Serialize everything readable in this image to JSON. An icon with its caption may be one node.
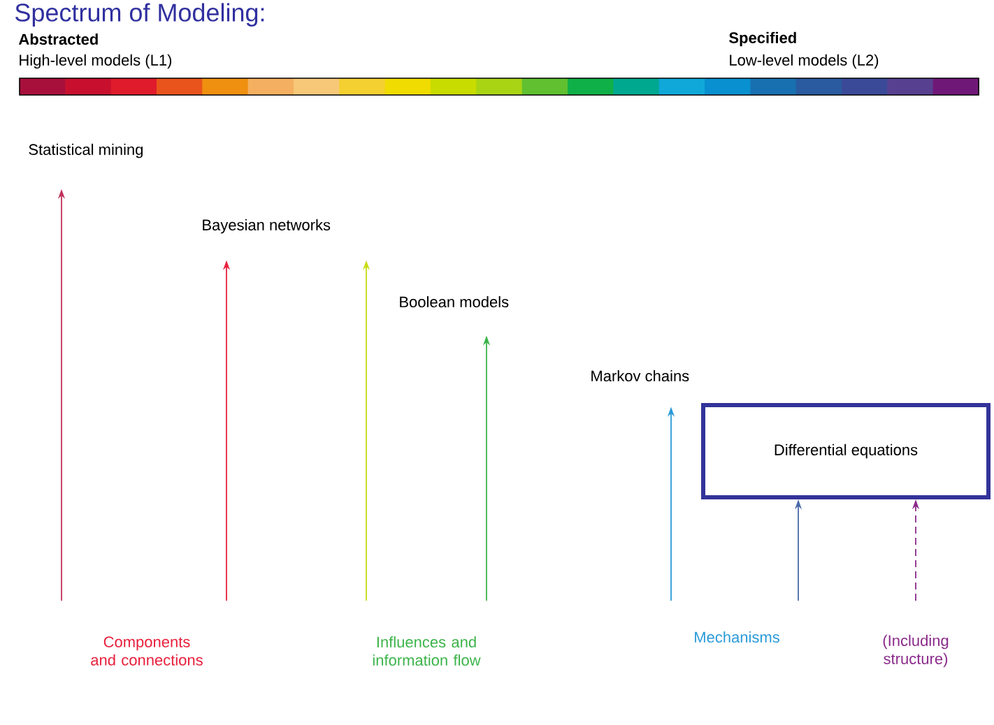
{
  "diagram": {
    "title": "Spectrum of Modeling:",
    "nodes": [
      {
        "text": [
          "Statistical mining"
        ]
      },
      {
        "text": [
          "Bayesian networks"
        ]
      },
      {
        "text": [
          "Boolean models"
        ]
      },
      {
        "text": [
          "Markov chains"
        ]
      },
      {
        "text": [
          "Differential equations"
        ]
      }
    ],
    "edges": [
      {
        "from": null,
        "to": 0,
        "arrow": "to",
        "color": "#c0325a"
      },
      {
        "from": null,
        "to": 1,
        "arrow": "to",
        "color": "#e8203c"
      },
      {
        "from": null,
        "to": 1,
        "arrow": "to",
        "color": "#c8dc14"
      },
      {
        "from": null,
        "to": 2,
        "arrow": "to",
        "color": "#3cb44a"
      },
      {
        "from": null,
        "to": 3,
        "arrow": "to",
        "color": "#2a9ad8"
      },
      {
        "from": null,
        "to": 4,
        "arrow": "to",
        "color": "#4a6aa8"
      },
      {
        "from": null,
        "to": 4,
        "arrow": "to",
        "color": "#8a2a8a",
        "style": "dashed"
      }
    ],
    "labels": [
      "Abstracted",
      "High-level models (L1)",
      "Specified",
      "Low-level models (L2)",
      "Components and connections",
      "Influences and information flow",
      "Mechanisms",
      "(Including structure)"
    ]
  }
}
